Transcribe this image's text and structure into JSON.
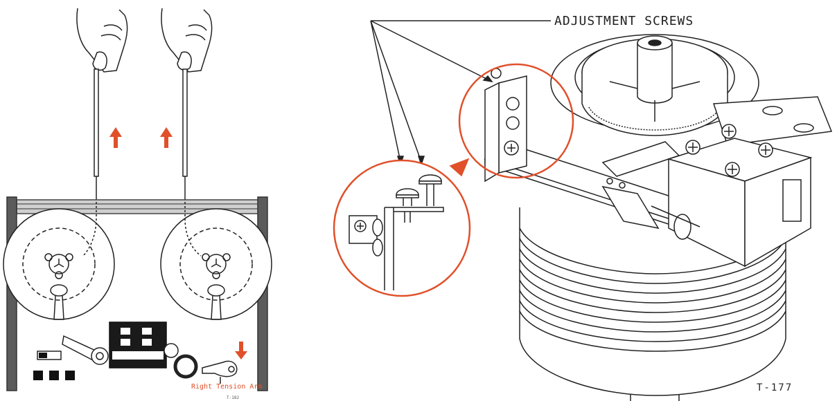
{
  "labels": {
    "adjustment_screws": "ADJUSTMENT SCREWS",
    "right_tension_arm": "Right Tension Arm",
    "left_fig_code": "T-182",
    "right_fig_code": "T-177"
  },
  "colors": {
    "line": "#222222",
    "accent": "#e0502a",
    "wood": "#555555"
  },
  "icons": {
    "up_arrow": "up-arrow-icon",
    "down_arrow": "down-arrow-icon"
  }
}
